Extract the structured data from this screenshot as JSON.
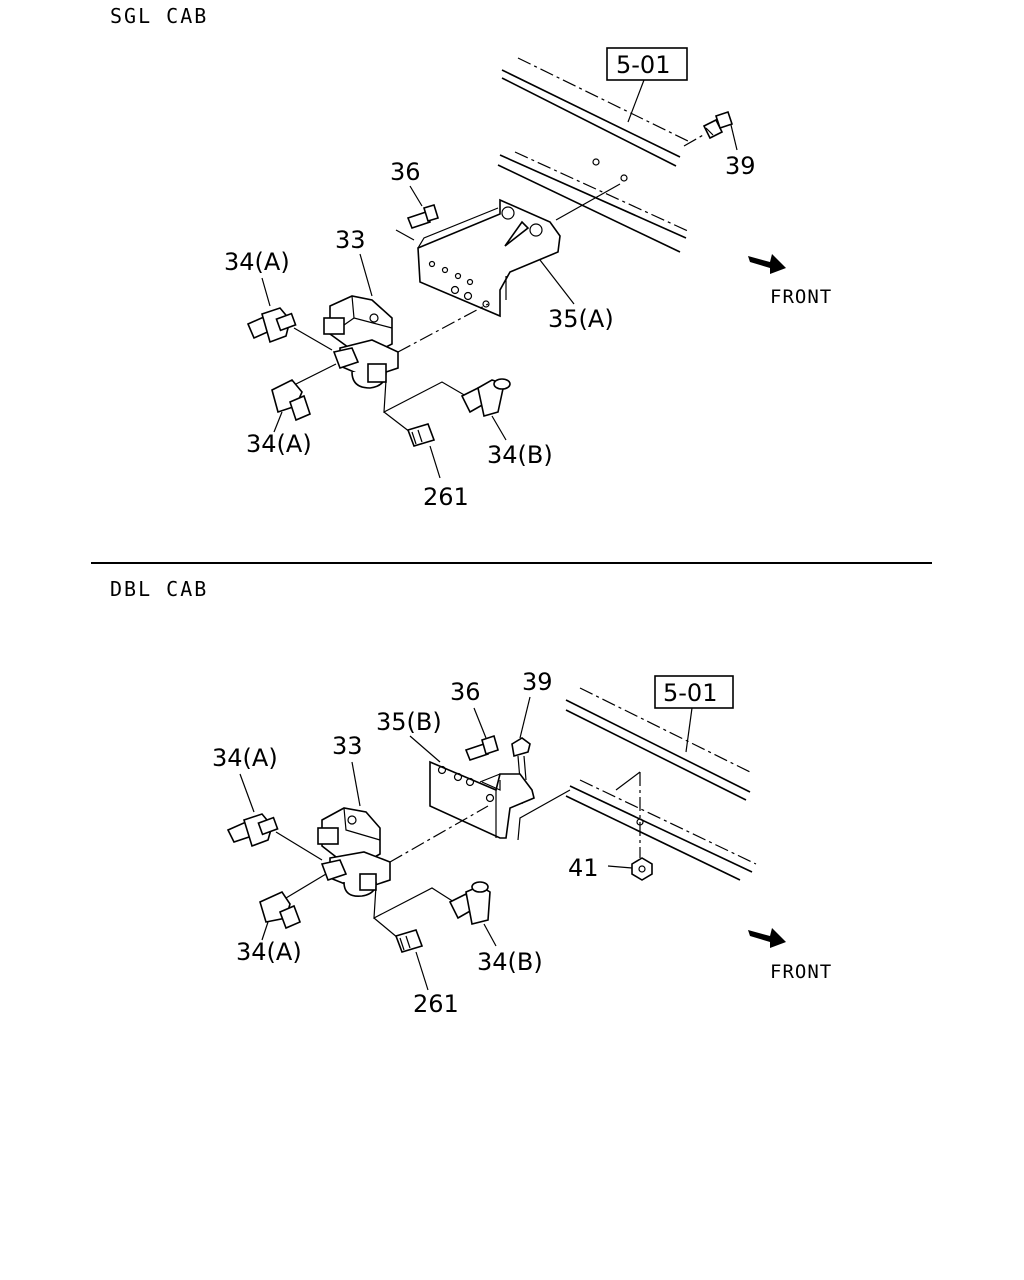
{
  "sections": [
    {
      "title": "SGL CAB",
      "ref_box": "5-01",
      "front_label": "FRONT",
      "callouts": {
        "p36": "36",
        "p39": "39",
        "p33": "33",
        "p34a_top": "34(A)",
        "p35": "35(A)",
        "p34a_bottom": "34(A)",
        "p34b": "34(B)",
        "p261": "261"
      }
    },
    {
      "title": "DBL CAB",
      "ref_box": "5-01",
      "front_label": "FRONT",
      "callouts": {
        "p36": "36",
        "p39": "39",
        "p33": "33",
        "p35": "35(B)",
        "p34a_top": "34(A)",
        "p41": "41",
        "p34a_bottom": "34(A)",
        "p34b": "34(B)",
        "p261": "261"
      }
    }
  ]
}
